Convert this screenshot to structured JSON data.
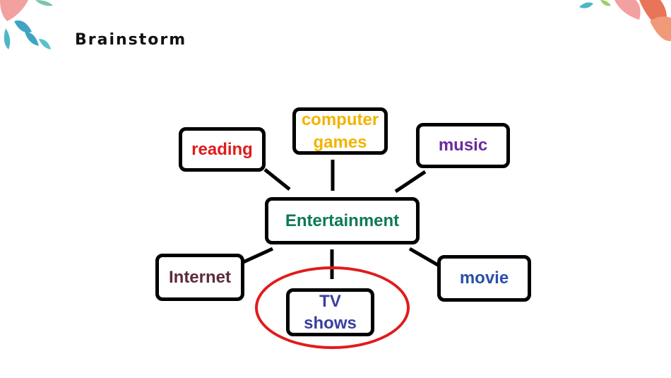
{
  "header": {
    "title": "Brainstorm"
  },
  "diagram": {
    "center": {
      "label": "Entertainment",
      "color": "#0e7a55"
    },
    "nodes": {
      "reading": {
        "label": "reading",
        "color": "#e11b1b"
      },
      "computer_games": {
        "label": "computer games",
        "color": "#f1b400"
      },
      "music": {
        "label": "music",
        "color": "#6a2aa0"
      },
      "internet": {
        "label": "Internet",
        "color": "#5b2b3c"
      },
      "tv_shows": {
        "label": "TV shows",
        "color": "#3a3f9e"
      },
      "movie": {
        "label": "movie",
        "color": "#2a4fa8"
      }
    },
    "highlight_color": "#e11b1b"
  }
}
